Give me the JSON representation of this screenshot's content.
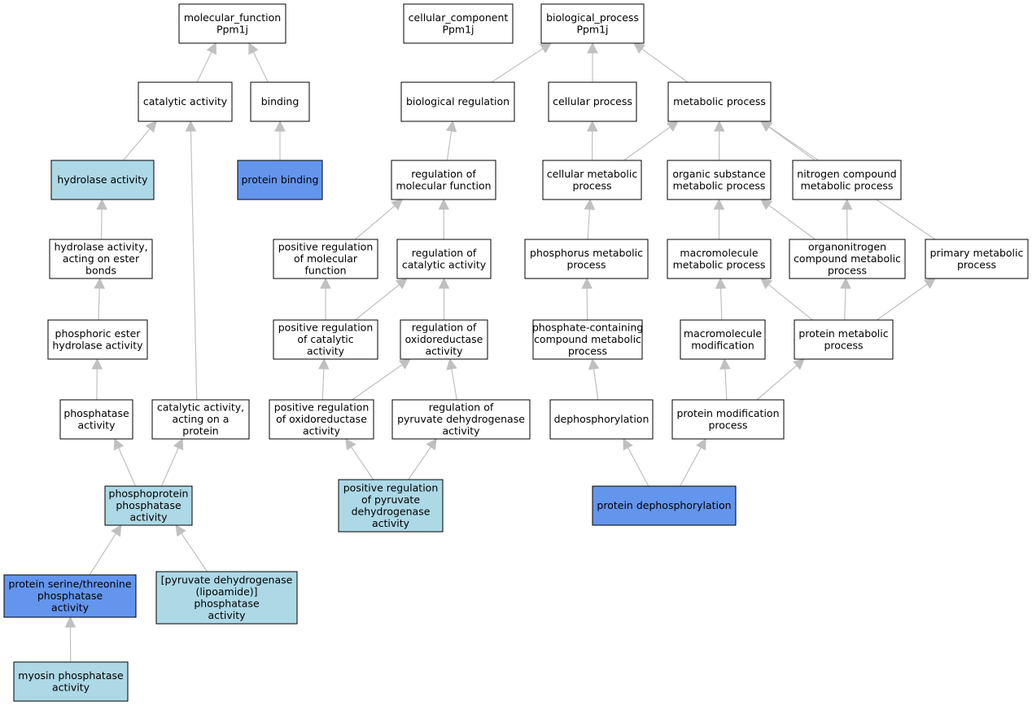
{
  "colors": {
    "default_fill": "#ffffff",
    "light_fill": "#add8e6",
    "dark_fill": "#6495ed",
    "edge": "#c0c0c0",
    "border": "#000000"
  },
  "nodes": [
    {
      "id": "mf",
      "lines": [
        "molecular_function",
        "Ppm1j"
      ],
      "style": "default"
    },
    {
      "id": "cc",
      "lines": [
        "cellular_component",
        "Ppm1j"
      ],
      "style": "default"
    },
    {
      "id": "bp",
      "lines": [
        "biological_process",
        "Ppm1j"
      ],
      "style": "default"
    },
    {
      "id": "cat",
      "lines": [
        "catalytic activity"
      ],
      "style": "default"
    },
    {
      "id": "bind",
      "lines": [
        "binding"
      ],
      "style": "default"
    },
    {
      "id": "bioreg",
      "lines": [
        "biological regulation"
      ],
      "style": "default"
    },
    {
      "id": "cellproc",
      "lines": [
        "cellular process"
      ],
      "style": "default"
    },
    {
      "id": "metproc",
      "lines": [
        "metabolic process"
      ],
      "style": "default"
    },
    {
      "id": "hydro",
      "lines": [
        "hydrolase activity"
      ],
      "style": "light"
    },
    {
      "id": "protbind",
      "lines": [
        "protein binding"
      ],
      "style": "dark"
    },
    {
      "id": "regmol",
      "lines": [
        "regulation of",
        "molecular function"
      ],
      "style": "default"
    },
    {
      "id": "cellmet",
      "lines": [
        "cellular metabolic",
        "process"
      ],
      "style": "default"
    },
    {
      "id": "orgsub",
      "lines": [
        "organic substance",
        "metabolic process"
      ],
      "style": "default"
    },
    {
      "id": "nitro",
      "lines": [
        "nitrogen compound",
        "metabolic process"
      ],
      "style": "default"
    },
    {
      "id": "hydroester",
      "lines": [
        "hydrolase activity,",
        "acting on ester",
        "bonds"
      ],
      "style": "default"
    },
    {
      "id": "posregmol",
      "lines": [
        "positive regulation",
        "of molecular",
        "function"
      ],
      "style": "default"
    },
    {
      "id": "regcat",
      "lines": [
        "regulation of",
        "catalytic activity"
      ],
      "style": "default"
    },
    {
      "id": "phosmet",
      "lines": [
        "phosphorus metabolic",
        "process"
      ],
      "style": "default"
    },
    {
      "id": "macromet",
      "lines": [
        "macromolecule",
        "metabolic process"
      ],
      "style": "default"
    },
    {
      "id": "orgnitro",
      "lines": [
        "organonitrogen",
        "compound metabolic",
        "process"
      ],
      "style": "default"
    },
    {
      "id": "primmet",
      "lines": [
        "primary metabolic",
        "process"
      ],
      "style": "default"
    },
    {
      "id": "phosester",
      "lines": [
        "phosphoric ester",
        "hydrolase activity"
      ],
      "style": "default"
    },
    {
      "id": "posregcat",
      "lines": [
        "positive regulation",
        "of catalytic",
        "activity"
      ],
      "style": "default"
    },
    {
      "id": "regoxi",
      "lines": [
        "regulation of",
        "oxidoreductase",
        "activity"
      ],
      "style": "default"
    },
    {
      "id": "phoscont",
      "lines": [
        "phosphate-containing",
        "compound metabolic",
        "process"
      ],
      "style": "default"
    },
    {
      "id": "macromod",
      "lines": [
        "macromolecule",
        "modification"
      ],
      "style": "default"
    },
    {
      "id": "protmet",
      "lines": [
        "protein metabolic",
        "process"
      ],
      "style": "default"
    },
    {
      "id": "phosphatase",
      "lines": [
        "phosphatase",
        "activity"
      ],
      "style": "default"
    },
    {
      "id": "catprot",
      "lines": [
        "catalytic activity,",
        "acting on a",
        "protein"
      ],
      "style": "default"
    },
    {
      "id": "posregoxi",
      "lines": [
        "positive regulation",
        "of oxidoreductase",
        "activity"
      ],
      "style": "default"
    },
    {
      "id": "regpyr",
      "lines": [
        "regulation of",
        "pyruvate dehydrogenase",
        "activity"
      ],
      "style": "default"
    },
    {
      "id": "dephos",
      "lines": [
        "dephosphorylation"
      ],
      "style": "default"
    },
    {
      "id": "protmod",
      "lines": [
        "protein modification",
        "process"
      ],
      "style": "default"
    },
    {
      "id": "phosprot",
      "lines": [
        "phosphoprotein",
        "phosphatase",
        "activity"
      ],
      "style": "light"
    },
    {
      "id": "posregpyr",
      "lines": [
        "positive regulation",
        "of pyruvate",
        "dehydrogenase",
        "activity"
      ],
      "style": "light"
    },
    {
      "id": "protdephos",
      "lines": [
        "protein dephosphorylation"
      ],
      "style": "dark"
    },
    {
      "id": "serthr",
      "lines": [
        "protein serine/threonine",
        "phosphatase",
        "activity"
      ],
      "style": "dark"
    },
    {
      "id": "pyrphos",
      "lines": [
        "[pyruvate dehydrogenase",
        "(lipoamide)]",
        "phosphatase",
        "activity"
      ],
      "style": "light"
    },
    {
      "id": "myosin",
      "lines": [
        "myosin phosphatase",
        "activity"
      ],
      "style": "light"
    }
  ],
  "edges": [
    {
      "from": "cat",
      "to": "mf"
    },
    {
      "from": "bind",
      "to": "mf"
    },
    {
      "from": "bioreg",
      "to": "bp"
    },
    {
      "from": "cellproc",
      "to": "bp"
    },
    {
      "from": "metproc",
      "to": "bp"
    },
    {
      "from": "hydro",
      "to": "cat"
    },
    {
      "from": "catprot",
      "to": "cat"
    },
    {
      "from": "protbind",
      "to": "bind"
    },
    {
      "from": "regmol",
      "to": "bioreg"
    },
    {
      "from": "cellmet",
      "to": "cellproc"
    },
    {
      "from": "cellmet",
      "to": "metproc"
    },
    {
      "from": "orgsub",
      "to": "metproc"
    },
    {
      "from": "nitro",
      "to": "metproc"
    },
    {
      "from": "primmet",
      "to": "metproc"
    },
    {
      "from": "hydroester",
      "to": "hydro"
    },
    {
      "from": "posregmol",
      "to": "regmol"
    },
    {
      "from": "regcat",
      "to": "regmol"
    },
    {
      "from": "phosmet",
      "to": "cellmet"
    },
    {
      "from": "macromet",
      "to": "orgsub"
    },
    {
      "from": "orgnitro",
      "to": "orgsub"
    },
    {
      "from": "orgnitro",
      "to": "nitro"
    },
    {
      "from": "phosester",
      "to": "hydroester"
    },
    {
      "from": "posregcat",
      "to": "posregmol"
    },
    {
      "from": "posregcat",
      "to": "regcat"
    },
    {
      "from": "regoxi",
      "to": "regcat"
    },
    {
      "from": "phoscont",
      "to": "phosmet"
    },
    {
      "from": "macromod",
      "to": "macromet"
    },
    {
      "from": "protmet",
      "to": "macromet"
    },
    {
      "from": "protmet",
      "to": "orgnitro"
    },
    {
      "from": "protmet",
      "to": "primmet"
    },
    {
      "from": "phosphatase",
      "to": "phosester"
    },
    {
      "from": "posregoxi",
      "to": "posregcat"
    },
    {
      "from": "posregoxi",
      "to": "regoxi"
    },
    {
      "from": "regpyr",
      "to": "regoxi"
    },
    {
      "from": "dephos",
      "to": "phoscont"
    },
    {
      "from": "protmod",
      "to": "macromod"
    },
    {
      "from": "protmod",
      "to": "protmet"
    },
    {
      "from": "phosprot",
      "to": "phosphatase"
    },
    {
      "from": "phosprot",
      "to": "catprot"
    },
    {
      "from": "posregpyr",
      "to": "posregoxi"
    },
    {
      "from": "posregpyr",
      "to": "regpyr"
    },
    {
      "from": "protdephos",
      "to": "dephos"
    },
    {
      "from": "protdephos",
      "to": "protmod"
    },
    {
      "from": "serthr",
      "to": "phosprot"
    },
    {
      "from": "pyrphos",
      "to": "phosprot"
    },
    {
      "from": "myosin",
      "to": "serthr"
    }
  ]
}
